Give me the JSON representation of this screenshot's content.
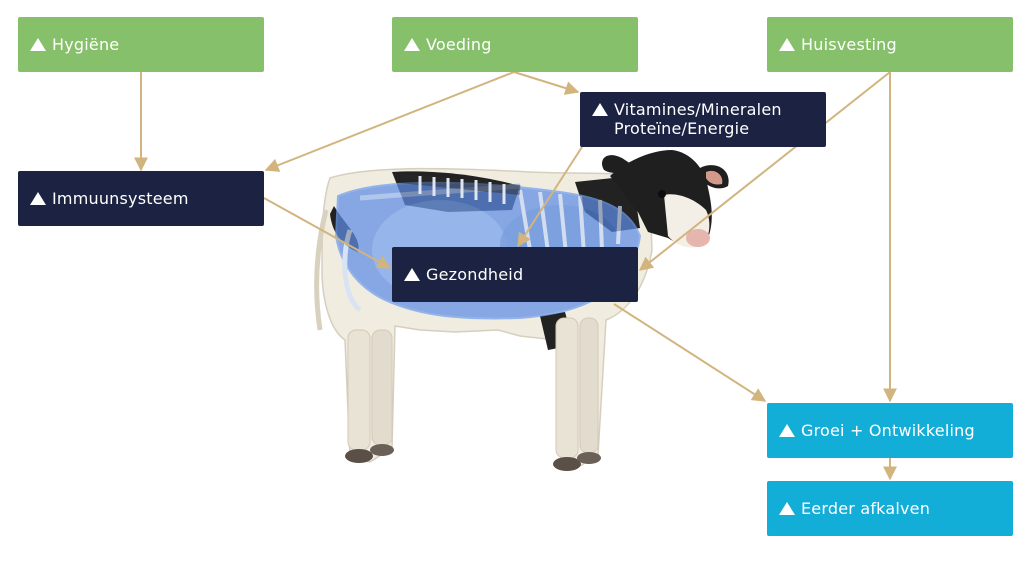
{
  "colors": {
    "green": "#86c06a",
    "navy": "#1c2342",
    "cyan": "#13aed8",
    "arrow": "#d2b47e"
  },
  "nodes": {
    "hygiene": {
      "label": "Hygiëne",
      "color": "green"
    },
    "voeding": {
      "label": "Voeding",
      "color": "green"
    },
    "huisvesting": {
      "label": "Huisvesting",
      "color": "green"
    },
    "vitamines": {
      "label": "Vitamines/Mineralen\nProteïne/Energie",
      "color": "navy"
    },
    "immuun": {
      "label": "Immuunsysteem",
      "color": "navy"
    },
    "gezondheid": {
      "label": "Gezondheid",
      "color": "navy"
    },
    "groei": {
      "label": "Groei + Ontwikkeling",
      "color": "cyan"
    },
    "eerder": {
      "label": "Eerder afkalven",
      "color": "cyan"
    }
  },
  "edges": [
    {
      "from": "hygiene",
      "to": "immuun"
    },
    {
      "from": "voeding",
      "to": "immuun"
    },
    {
      "from": "voeding",
      "to": "vitamines"
    },
    {
      "from": "vitamines",
      "to": "gezondheid"
    },
    {
      "from": "immuun",
      "to": "gezondheid"
    },
    {
      "from": "huisvesting",
      "to": "gezondheid"
    },
    {
      "from": "huisvesting",
      "to": "groei"
    },
    {
      "from": "gezondheid",
      "to": "groei"
    },
    {
      "from": "groei",
      "to": "eerder"
    }
  ]
}
